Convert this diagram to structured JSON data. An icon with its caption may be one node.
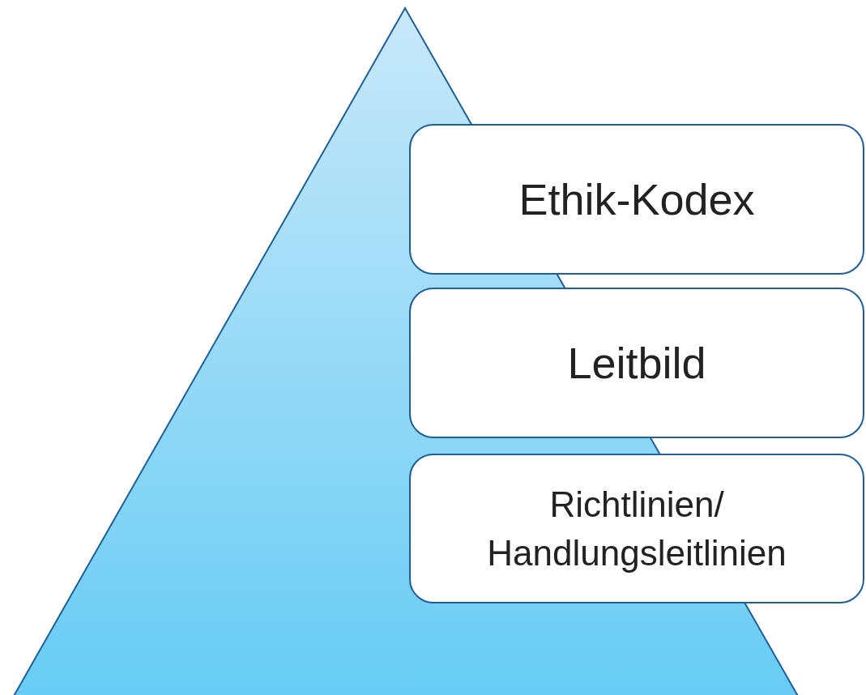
{
  "diagram": {
    "nodes": [
      {
        "text": [],
        "shape": "triangle"
      },
      {
        "text": [
          "Ethik-Kodex"
        ]
      },
      {
        "text": [
          "Leitbild"
        ]
      },
      {
        "text": [
          "Richtlinien/ Handlungsleitlinien"
        ]
      }
    ]
  }
}
